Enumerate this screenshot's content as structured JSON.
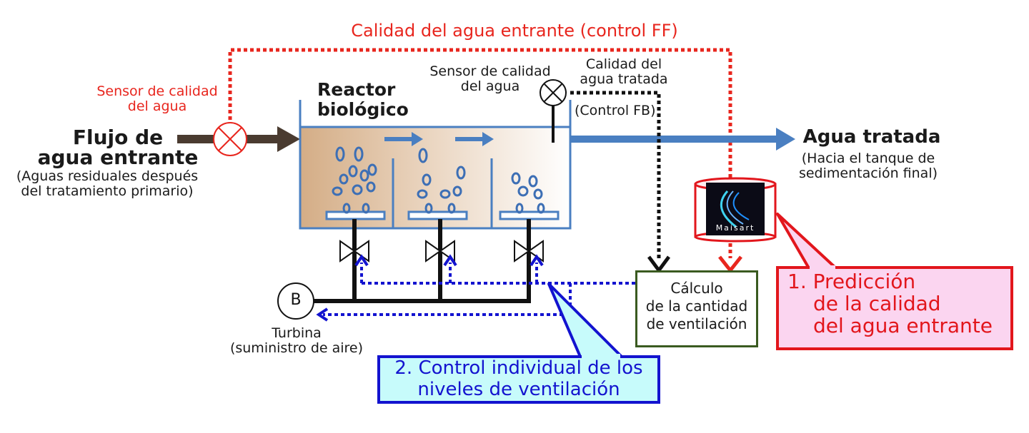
{
  "diagram": {
    "ff_label": "Calidad del agua entrante (control FF)",
    "sensor_in_label": [
      "Sensor de calidad",
      "del agua"
    ],
    "inflow_title": [
      "Flujo de",
      "agua entrante"
    ],
    "inflow_sub": [
      "(Aguas residuales después",
      "del tratamiento primario)"
    ],
    "reactor_label": [
      "Reactor",
      "biológico"
    ],
    "sensor_out_label": [
      "Sensor de calidad",
      "del agua"
    ],
    "treated_quality_label": [
      "Calidad del",
      "agua tratada"
    ],
    "fb_label": "(Control FB)",
    "outflow_title": "Agua tratada",
    "outflow_sub": [
      "(Hacia el tanque de",
      "sedimentación final)"
    ],
    "maisart_logo": "Maisart",
    "blower_symbol": "B",
    "blower_label": [
      "Turbina",
      "(suministro de aire)"
    ],
    "calc_box": [
      "Cálculo",
      "de la cantidad",
      "de ventilación"
    ],
    "callout_1": [
      "1. Predicción",
      "de la calidad",
      "del agua entrante"
    ],
    "callout_2": [
      "2. Control individual de los",
      "niveles de ventilación"
    ]
  },
  "colors": {
    "ff_red": "#e8261e",
    "fb_black": "#111111",
    "control_blue": "#1313cf",
    "pipe_blue": "#4a7fc1",
    "inflow_arrow": "#4a3b30",
    "callout_red_fill": "#fbd5f0",
    "callout_blue_fill": "#c7fbfb",
    "calc_border": "#3a5a20"
  }
}
